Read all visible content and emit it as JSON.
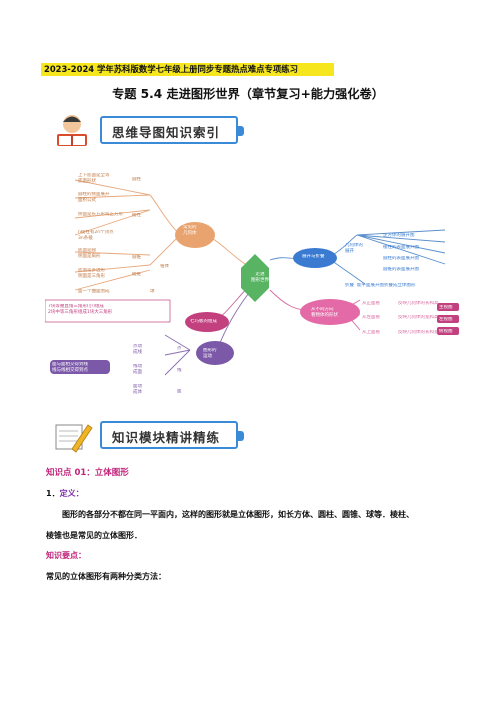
{
  "header_band": "2023-2024 学年苏科版数学七年级上册同步专题热点难点专项练习",
  "title": "专题 5.4 走进图形世界（章节复习+能力强化卷）",
  "banner1": "思维导图知识索引",
  "banner2": "知识模块精讲精练",
  "mindmap": {
    "center": "走进\n图形世界",
    "branches": {
      "solid": "常见的\n几何体",
      "net": "展开与折叠",
      "views": "从不同方向\n看物体的形状",
      "shapes": "七巧板的组成",
      "motion": "图形的\n运动"
    },
    "leaves": {
      "l1": "上下底面是全等\n底面形状",
      "l2": "圆柱",
      "l3": "圆柱的侧面展开\n面积公式",
      "l4": "棱柱",
      "l5": "侧面是长方形或正方形",
      "l6": "n棱柱有2n个顶点\n3n条棱",
      "l7": "锥体",
      "l8": "圆锥",
      "l9": "底面是圆\n侧面是扇形",
      "l10": "棱锥",
      "l11": "底面是多边形\n侧面是三角形",
      "l12": "面一个曲面围成",
      "l13": "球",
      "net1": "几何体的\n展开",
      "net2": "正方体的展开图",
      "net3": "棱柱的表面展开图",
      "net4": "圆柱的表面展开图",
      "net5": "圆锥的表面展开图",
      "net6": "折叠",
      "net7": "能平面展开图折叠成立体图形",
      "v1": "从正面看",
      "v2": "从左面看",
      "v3": "从上面看",
      "v4": "反映几何体的长和高",
      "v5": "反映几何体的宽和高",
      "v6": "反映几何体的长和宽",
      "tag1": "主视图",
      "tag2": "左视图",
      "tag3": "俯视图",
      "sp": "7块等腰直角三角形(小)组成\n2块中等三角形组成1块大三角形",
      "m1": "点",
      "m2": "线",
      "m3": "面",
      "ma": "点动\n成线",
      "mb": "线动\n成面",
      "mc": "面动\n成体",
      "mleft": "面与面相交得到线\n线与线相交得到点"
    }
  },
  "section1": {
    "heading": "知识点 01：立体图形",
    "item_num": "1．",
    "item_label": "定义：",
    "def_line1": "图形的各部分不都在同一平面内，这样的图形就是立体图形，如长方体、圆柱、圆锥、球等．棱柱、",
    "def_line2": "棱锥也是常见的立体图形．",
    "key_heading": "知识要点：",
    "key_line": "常见的立体图形有两种分类方法："
  },
  "colors": {
    "highlight": "#f5e61e",
    "accent": "#c0237a",
    "banner_border": "#3b8ad8"
  }
}
